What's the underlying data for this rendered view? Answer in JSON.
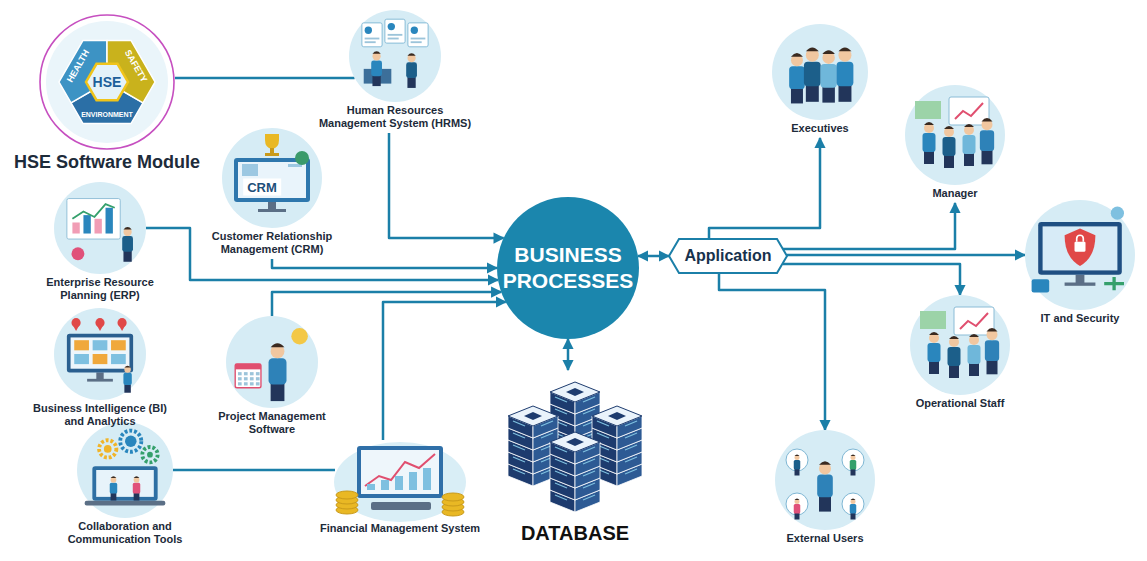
{
  "diagram": {
    "nodes": [
      {
        "text": [
          "HSE Software Module"
        ]
      },
      {
        "text": [
          "Human Resources Management System (HRMS)"
        ]
      },
      {
        "text": [
          "Customer Relationship Management (CRM)"
        ]
      },
      {
        "text": [
          "Enterprise Resource Planning (ERP)"
        ]
      },
      {
        "text": [
          "Business Intelligence (BI) and Analytics"
        ]
      },
      {
        "text": [
          "Project Management Software"
        ]
      },
      {
        "text": [
          "Collaboration and Communication Tools"
        ]
      },
      {
        "text": [
          "Financial Management System"
        ]
      },
      {
        "text": [
          "BUSINESS PROCESSES"
        ]
      },
      {
        "text": [
          "DATABASE"
        ]
      },
      {
        "text": [
          "Application"
        ]
      },
      {
        "text": [
          "Executives"
        ]
      },
      {
        "text": [
          "Manager"
        ]
      },
      {
        "text": [
          "IT and Security"
        ]
      },
      {
        "text": [
          "Operational Staff"
        ]
      },
      {
        "text": [
          "External Users"
        ]
      }
    ],
    "edges": [
      {
        "from": 0,
        "to": 1,
        "arrow": "none"
      },
      {
        "from": 1,
        "to": 8,
        "arrow": "to"
      },
      {
        "from": 2,
        "to": 8,
        "arrow": "to"
      },
      {
        "from": 3,
        "to": 8,
        "arrow": "to"
      },
      {
        "from": 5,
        "to": 8,
        "arrow": "to"
      },
      {
        "from": 7,
        "to": 8,
        "arrow": "to"
      },
      {
        "from": 6,
        "to": 7,
        "arrow": "none"
      },
      {
        "from": 8,
        "to": 9,
        "arrow": "both"
      },
      {
        "from": 8,
        "to": 10,
        "arrow": "both"
      },
      {
        "from": 10,
        "to": 11,
        "arrow": "to"
      },
      {
        "from": 10,
        "to": 12,
        "arrow": "to"
      },
      {
        "from": 10,
        "to": 13,
        "arrow": "to"
      },
      {
        "from": 10,
        "to": 14,
        "arrow": "to"
      },
      {
        "from": 10,
        "to": 15,
        "arrow": "to"
      }
    ],
    "labels": [
      "HEALTH",
      "SAFETY",
      "ENVIRONMENT",
      "HSE",
      "CRM"
    ]
  }
}
